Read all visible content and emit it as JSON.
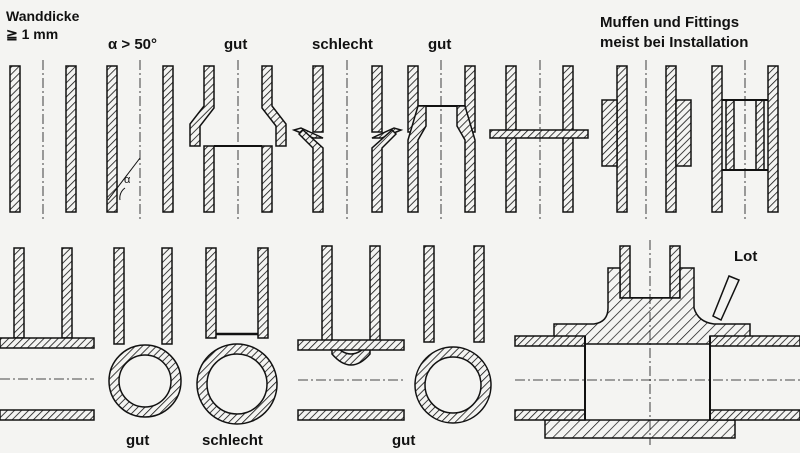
{
  "labels": {
    "wall_thickness_line1": "Wanddicke",
    "wall_thickness_line2": "≧ 1 mm",
    "angle": "α > 50°",
    "alpha_mark": "α",
    "good_1": "gut",
    "bad_1": "schlecht",
    "good_2": "gut",
    "muffs_line1": "Muffen und Fittings",
    "muffs_line2": "meist bei Installation",
    "lot": "Lot",
    "good_3": "gut",
    "bad_2": "schlecht",
    "good_4": "gut"
  }
}
